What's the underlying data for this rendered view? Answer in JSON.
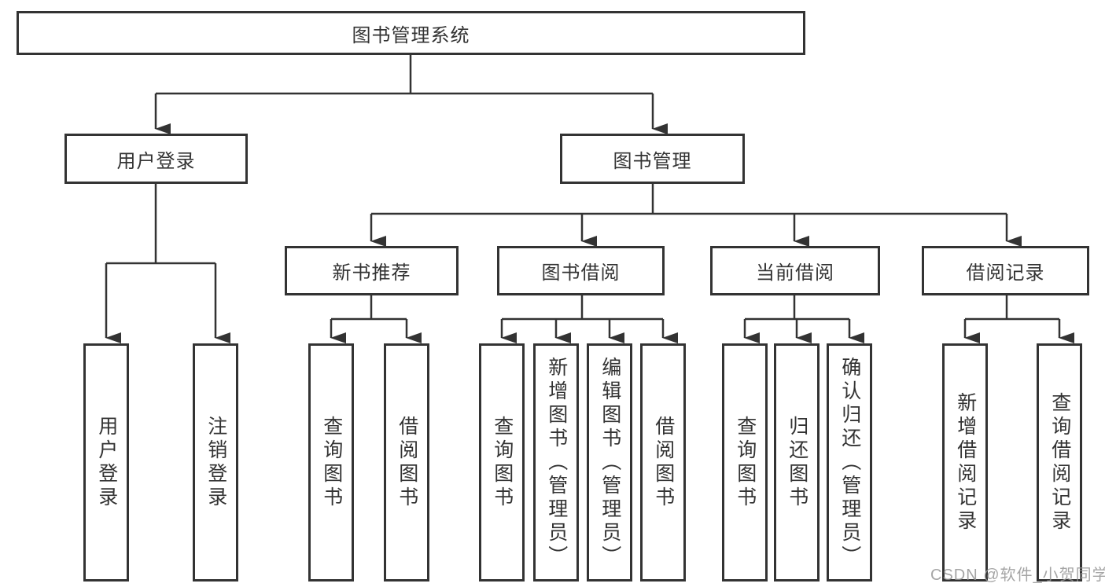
{
  "tree": {
    "root": {
      "label": "图书管理系统"
    },
    "user_login": {
      "label": "用户登录",
      "children": [
        {
          "label": "用户登录"
        },
        {
          "label": "注销登录"
        }
      ]
    },
    "book_mgmt": {
      "label": "图书管理",
      "modules": [
        {
          "label": "新书推荐",
          "children": [
            {
              "label": "查询图书"
            },
            {
              "label": "借阅图书"
            }
          ]
        },
        {
          "label": "图书借阅",
          "children": [
            {
              "label": "查询图书"
            },
            {
              "label": "新增图书（管理员）"
            },
            {
              "label": "编辑图书（管理员）"
            },
            {
              "label": "借阅图书"
            }
          ]
        },
        {
          "label": "当前借阅",
          "children": [
            {
              "label": "查询图书"
            },
            {
              "label": "归还图书"
            },
            {
              "label": "确认归还（管理员）"
            }
          ]
        },
        {
          "label": "借阅记录",
          "children": [
            {
              "label": "新增借阅记录"
            },
            {
              "label": "查询借阅记录"
            }
          ]
        }
      ]
    }
  },
  "watermark": {
    "text": "CSDN @软件_小贺同学",
    "color": "#969696"
  },
  "colors": {
    "line": "#333333",
    "border": "#333333",
    "text": "#333333",
    "background": "#ffffff"
  }
}
